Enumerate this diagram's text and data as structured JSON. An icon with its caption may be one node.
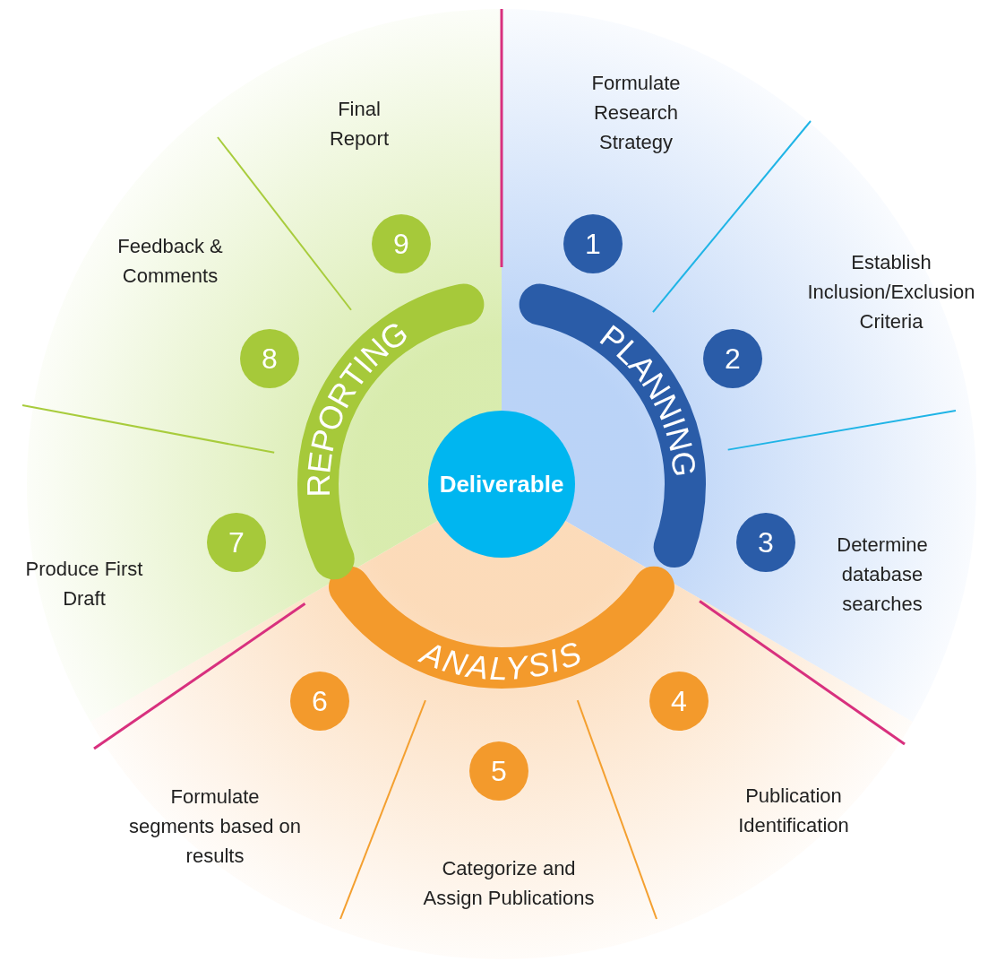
{
  "diagram": {
    "nodes": [
      {
        "text": [
          "Deliverable"
        ]
      },
      {
        "text": [
          "PLANNING"
        ]
      },
      {
        "text": [
          "ANALYSIS"
        ]
      },
      {
        "text": [
          "REPORTING"
        ]
      },
      {
        "text": [
          "1"
        ],
        "beside": [
          "Formulate Research Strategy"
        ]
      },
      {
        "text": [
          "2"
        ],
        "beside": [
          "Establish Inclusion/Exclusion Criteria"
        ]
      },
      {
        "text": [
          "3"
        ],
        "beside": [
          "Determine database searches"
        ]
      },
      {
        "text": [
          "4"
        ],
        "beside": [
          "Publication Identification"
        ]
      },
      {
        "text": [
          "5"
        ],
        "beside": [
          "Categorize and Assign Publications"
        ]
      },
      {
        "text": [
          "6"
        ],
        "beside": [
          "Formulate segments based on results"
        ]
      },
      {
        "text": [
          "7"
        ],
        "beside": [
          "Produce First Draft"
        ]
      },
      {
        "text": [
          "8"
        ],
        "beside": [
          "Feedback & Comments"
        ]
      },
      {
        "text": [
          "9"
        ],
        "beside": [
          "Final Report"
        ]
      }
    ]
  }
}
